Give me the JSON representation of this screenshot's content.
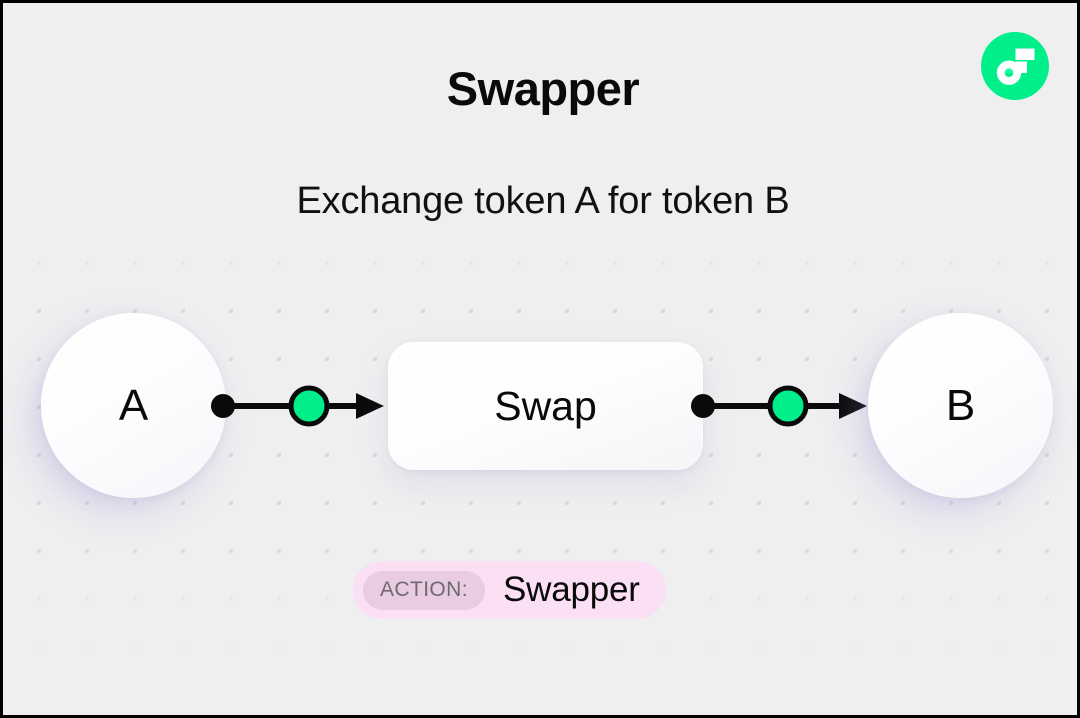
{
  "header": {
    "title": "Swapper",
    "subtitle": "Exchange token A for token B",
    "logo_icon": "flow-logo-icon",
    "logo_color": "#00ef8b"
  },
  "diagram": {
    "type": "flow",
    "background_color": "#efeff0",
    "accent_color": "#00ef8b",
    "nodes": [
      {
        "id": "token-a",
        "label": "A",
        "shape": "circle"
      },
      {
        "id": "swap",
        "label": "Swap",
        "shape": "rounded-rect"
      },
      {
        "id": "token-b",
        "label": "B",
        "shape": "circle"
      }
    ],
    "connectors": [
      {
        "id": "edge-a-swap",
        "from": "token-a",
        "to": "swap",
        "marker": "arrow",
        "midpoint_dot": "green"
      },
      {
        "id": "edge-swap-b",
        "from": "swap",
        "to": "token-b",
        "marker": "arrow",
        "midpoint_dot": "green"
      }
    ]
  },
  "action_badge": {
    "label": "ACTION:",
    "value": "Swapper",
    "background_color": "#fbdff5",
    "chip_color": "#e9cbe2"
  }
}
